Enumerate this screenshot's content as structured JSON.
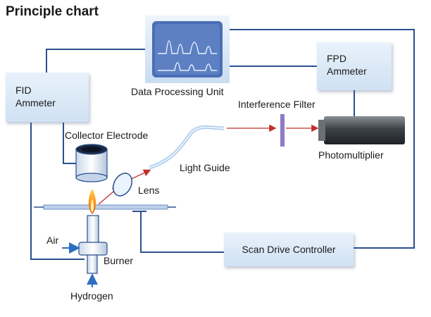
{
  "title": "Principle chart",
  "boxes": {
    "fid_ammeter": [
      "FID",
      "Ammeter"
    ],
    "fpd_ammeter": [
      "FPD",
      "Ammeter"
    ],
    "scan_drive": "Scan Drive Controller",
    "data_processing": "Data Processing Unit"
  },
  "labels": {
    "interference_filter": "Interference Filter",
    "collector_electrode": "Collector Electrode",
    "light_guide": "Light Guide",
    "photomultiplier": "Photomultiplier",
    "lens": "Lens",
    "air": "Air",
    "burner": "Burner",
    "hydrogen": "Hydrogen"
  },
  "colors": {
    "wire": "#2c4f8f",
    "box_top": "#e9f2fb",
    "box_bottom": "#cfe1f3",
    "beam_red": "#c0302a",
    "filter_purple": "#8f7ac8",
    "screen_bg": "#4a6fb5"
  }
}
